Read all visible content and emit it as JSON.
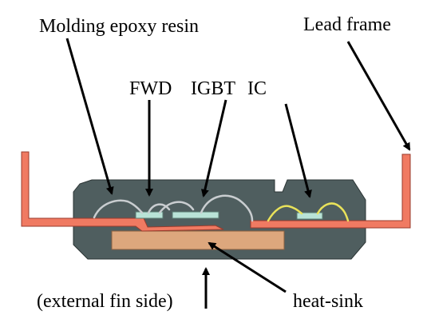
{
  "labels": {
    "molding": "Molding epoxy resin",
    "lead_frame": "Lead frame",
    "fwd": "FWD",
    "igbt": "IGBT",
    "ic": "IC",
    "fin_side": "(external fin side)",
    "heat_sink": "heat-sink"
  },
  "colors": {
    "mold": "#4f5e5f",
    "mold_edge": "#2b3434",
    "lead_frame": "#f07a62",
    "lead_frame_edge": "#9a3b2c",
    "heat_sink": "#dda77d",
    "heat_sink_edge": "#8c6040",
    "chip": "#b9e3d7",
    "wire_power": "#c9cdd0",
    "wire_ic": "#e9e25a",
    "arrow": "#000000"
  },
  "icons": {
    "arrow": "arrow-icon"
  }
}
